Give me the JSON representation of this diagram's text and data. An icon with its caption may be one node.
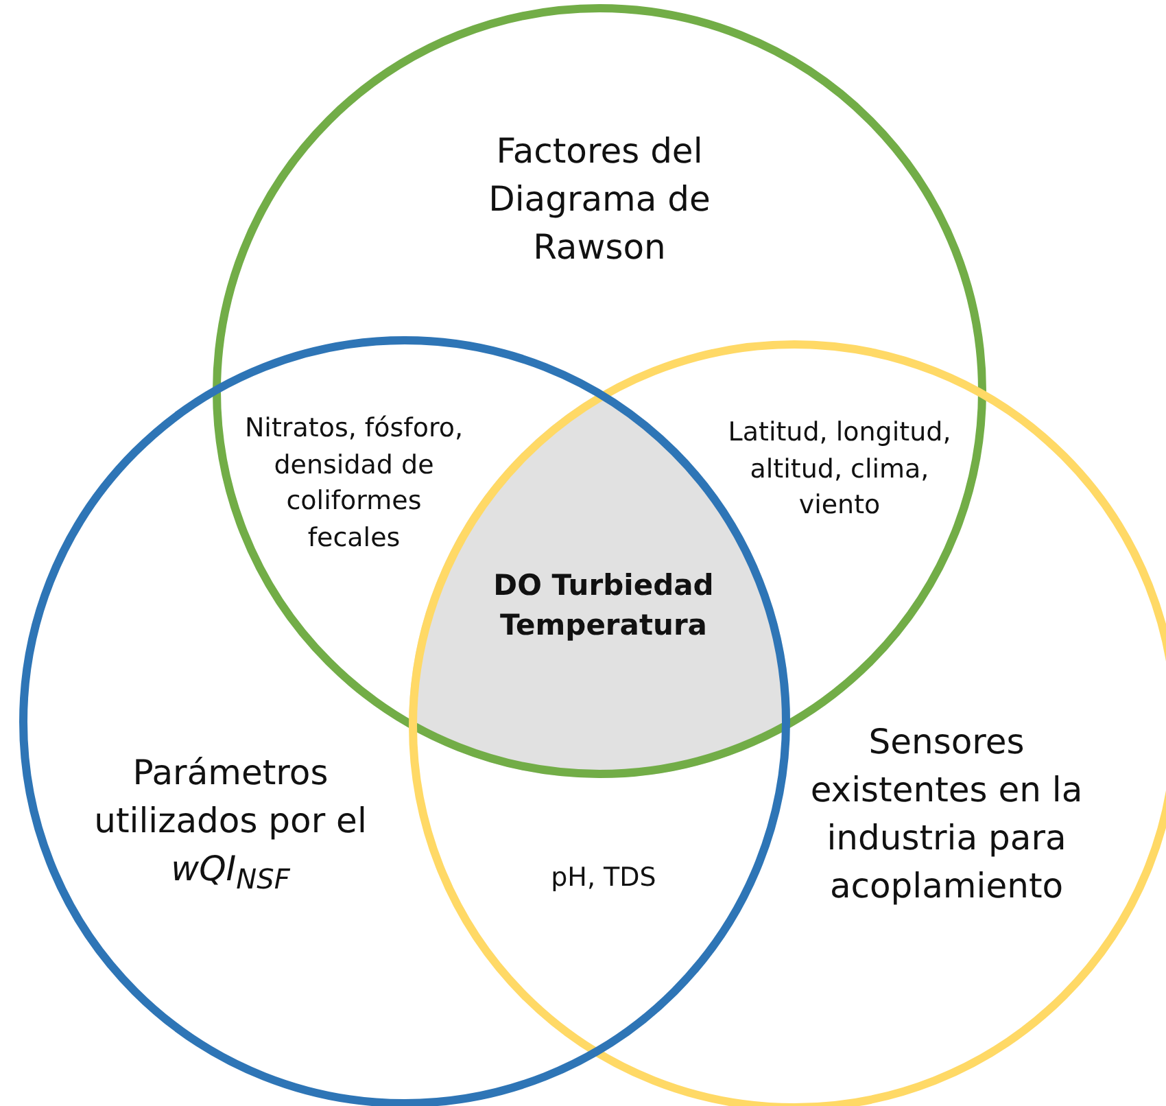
{
  "diagram": {
    "nodes": [
      {
        "text": [
          "Factores del Diagrama de Rawson"
        ]
      },
      {
        "text": [
          "Parámetros utilizados por el *wQI*$_{NSF}$"
        ]
      },
      {
        "text": [
          "Sensores existentes en la industria para acoplamiento"
        ]
      },
      {
        "text": [
          "Nitratos, fósforo, densidad de coliformes fecales"
        ]
      },
      {
        "text": [
          "Latitud, longitud, altitud, clima, viento"
        ]
      },
      {
        "text": [
          "DO Turbiedad Temperatura"
        ]
      },
      {
        "text": [
          "pH, TDS"
        ]
      }
    ]
  }
}
